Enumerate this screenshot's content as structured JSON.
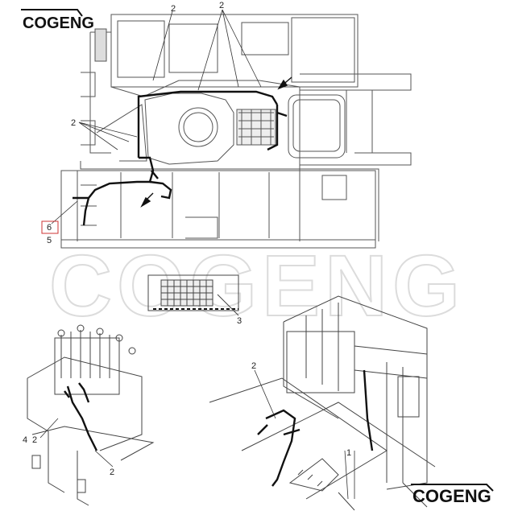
{
  "logo": {
    "top_text": "COGENG",
    "bottom_text": "COGENG",
    "accent_color": "#f2a900",
    "text_color": "#111111"
  },
  "watermark": {
    "text": "COGENG",
    "color": "#e8e8e8"
  },
  "diagram": {
    "line_color": "#444444",
    "harness_color": "#111111",
    "highlight_box_color": "#cc3333",
    "callouts": [
      {
        "id": "top-2a",
        "label": "2"
      },
      {
        "id": "top-2b",
        "label": "2"
      },
      {
        "id": "left-2",
        "label": "2"
      },
      {
        "id": "six",
        "label": "6"
      },
      {
        "id": "five",
        "label": "5"
      },
      {
        "id": "three",
        "label": "3"
      },
      {
        "id": "right-2",
        "label": "2"
      },
      {
        "id": "one",
        "label": "1"
      },
      {
        "id": "four",
        "label": "4"
      },
      {
        "id": "left-bot-2a",
        "label": "2"
      },
      {
        "id": "left-bot-2b",
        "label": "2"
      }
    ]
  }
}
